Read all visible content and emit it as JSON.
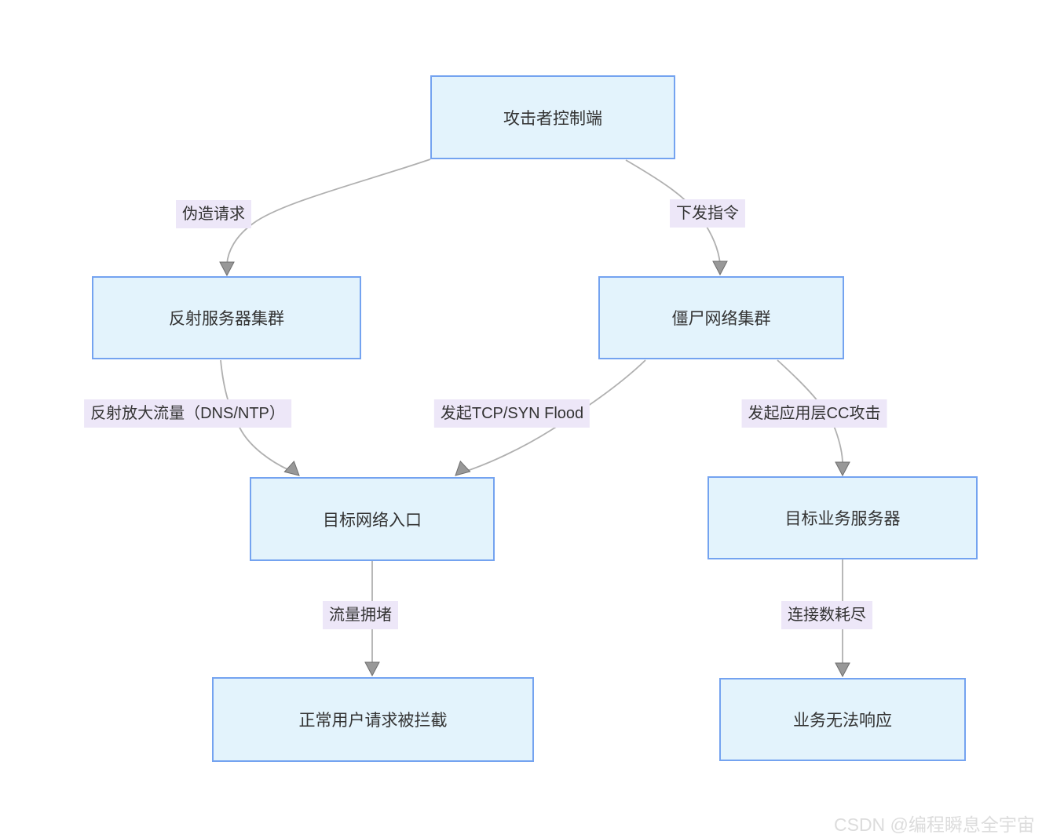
{
  "diagram": {
    "type": "flowchart",
    "nodes": [
      {
        "id": "attacker",
        "label": "攻击者控制端"
      },
      {
        "id": "reflectors",
        "label": "反射服务器集群"
      },
      {
        "id": "botnet",
        "label": "僵尸网络集群"
      },
      {
        "id": "entrance",
        "label": "目标网络入口"
      },
      {
        "id": "server",
        "label": "目标业务服务器"
      },
      {
        "id": "blocked",
        "label": "正常用户请求被拦截"
      },
      {
        "id": "unresponsive",
        "label": "业务无法响应"
      }
    ],
    "edges": [
      {
        "from": "attacker",
        "to": "reflectors",
        "label": "伪造请求"
      },
      {
        "from": "attacker",
        "to": "botnet",
        "label": "下发指令"
      },
      {
        "from": "reflectors",
        "to": "entrance",
        "label": "反射放大流量（DNS/NTP）"
      },
      {
        "from": "botnet",
        "to": "entrance",
        "label": "发起TCP/SYN Flood"
      },
      {
        "from": "botnet",
        "to": "server",
        "label": "发起应用层CC攻击"
      },
      {
        "from": "entrance",
        "to": "blocked",
        "label": "流量拥堵"
      },
      {
        "from": "server",
        "to": "unresponsive",
        "label": "连接数耗尽"
      }
    ],
    "colors": {
      "node_fill": "#E3F3FC",
      "node_border": "#74A3F0",
      "edge_line": "#B0B0B0",
      "arrow_fill": "#989898",
      "edge_label_bg": "#EDE7F8",
      "text": "#333333",
      "watermark": "#DCDCDC"
    }
  },
  "watermark": "CSDN @编程瞬息全宇宙"
}
